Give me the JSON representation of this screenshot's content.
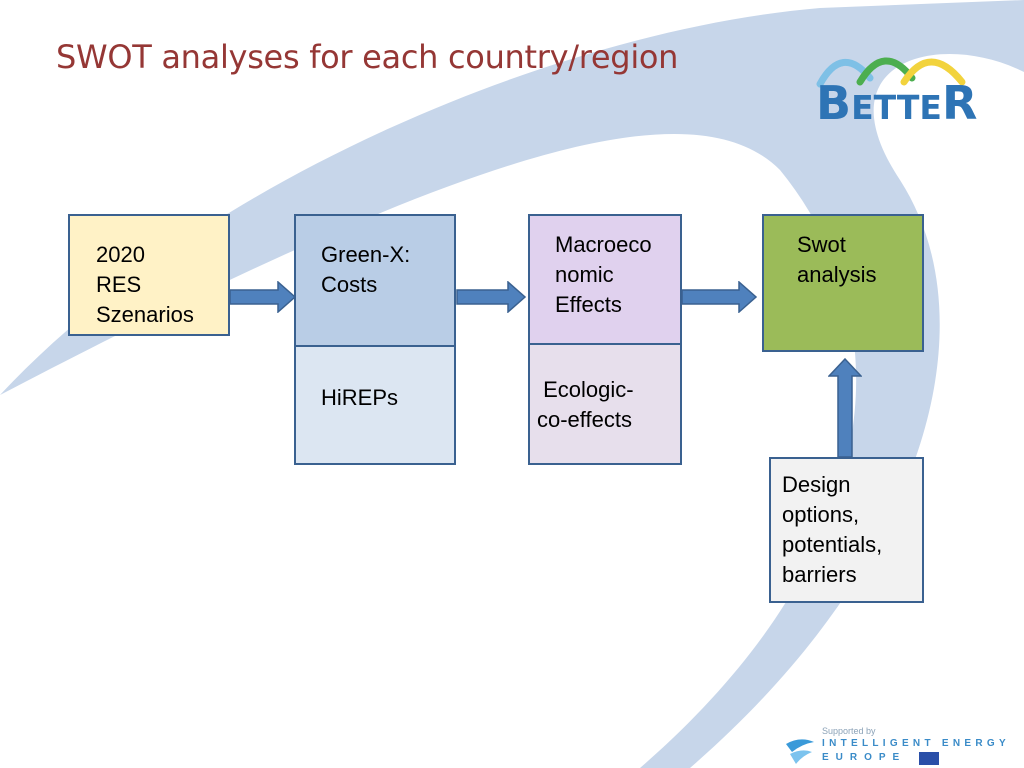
{
  "title": "SWOT analyses for each country/region",
  "logo": {
    "text_first": "B",
    "text_middle": "ETTE",
    "text_last": "R",
    "arc_colors": [
      "#7ec0e6",
      "#4cae4f",
      "#f2d33d"
    ]
  },
  "boxes": {
    "res": {
      "text": "2020\nRES\nSzenarios",
      "fill": "#fff2c6",
      "border": "#3a6190"
    },
    "greenx": {
      "text": "Green-X:\nCosts",
      "fill": "#b9cde6"
    },
    "hireps": {
      "text": "HiREPs",
      "fill": "#dce6f2"
    },
    "macro": {
      "text": "Macroeco\nnomic\nEffects",
      "fill": "#e0d1ee"
    },
    "ecologic": {
      "text": " Ecologic-\nco-effects",
      "fill": "#e7dfec"
    },
    "swot": {
      "text": "Swot\nanalysis",
      "fill": "#9bbb59"
    },
    "design": {
      "text": "Design\noptions,\npotentials,\nbarriers",
      "fill": "#f2f2f2"
    }
  },
  "colors": {
    "box_border": "#3a6190",
    "arrow_fill": "#4f81bd",
    "arrow_stroke": "#3a6190",
    "swoosh": "#c7d6ea",
    "title": "#953735"
  },
  "sponsor": {
    "supported_by": "Supported by",
    "line1": "INTELLIGENT ENERGY",
    "line2": "EUROPE"
  }
}
